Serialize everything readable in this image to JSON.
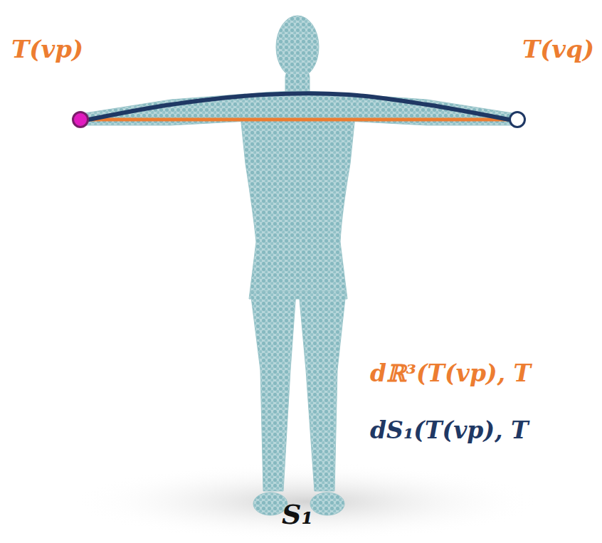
{
  "diagram": {
    "nodes": [
      {
        "text": [
          "T(vp)"
        ]
      },
      {
        "text": [
          "T(vq)"
        ]
      }
    ],
    "edges": [
      {
        "from": 0,
        "to": 1,
        "arrow": "none"
      },
      {
        "from": 0,
        "to": 1,
        "arrow": "none"
      }
    ],
    "labels": [
      "dℝ³(T(vp), T",
      "dS₁(T(vp), T",
      "S₁"
    ]
  }
}
